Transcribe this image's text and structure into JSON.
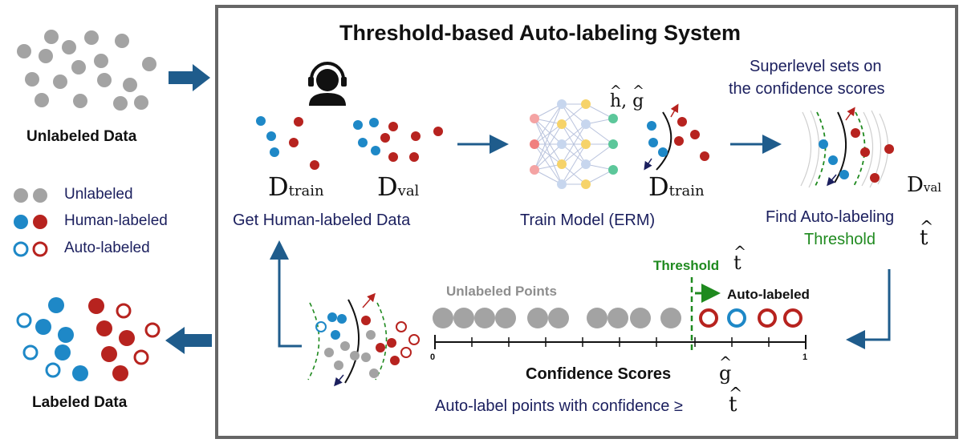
{
  "title": "Threshold-based Auto-labeling System",
  "left": {
    "unlabeled_caption": "Unlabeled Data",
    "labeled_caption": "Labeled Data",
    "legend": [
      {
        "text": "Unlabeled"
      },
      {
        "text": "Human-labeled"
      },
      {
        "text": "Auto-labeled"
      }
    ]
  },
  "stage1": {
    "caption": "Get Human-labeled Data",
    "dtrain_main": "D",
    "dtrain_sub": "train",
    "dval_main": "D",
    "dval_sub": "val"
  },
  "stage2": {
    "caption": "Train Model (ERM)",
    "h_hat": "h",
    "comma": ",",
    "g_hat": "g",
    "dtrain_main": "D",
    "dtrain_sub": "train"
  },
  "stage3": {
    "heading_line1": "Superlevel sets on",
    "heading_line2": "the confidence scores",
    "caption_line1": "Find Auto-labeling",
    "caption_line2": "Threshold",
    "t_hat": "t",
    "dval_main": "D",
    "dval_sub": "val"
  },
  "stage4": {
    "unlabeled_points": "Unlabeled Points",
    "threshold_label": "Threshold",
    "t_hat": "t",
    "auto_labeled": "Auto-labeled",
    "tick_min": "0",
    "tick_max": "1",
    "axis_label": "Confidence Scores",
    "g_hat": "g",
    "caption": "Auto-label points with confidence ≥",
    "caption_t": "t"
  },
  "colors": {
    "blue": "#1e88c7",
    "red": "#b7231f",
    "gray": "#a3a3a3",
    "navy_arrow": "#1f5c8c",
    "green": "#1f8a1f",
    "frame": "#666666"
  }
}
